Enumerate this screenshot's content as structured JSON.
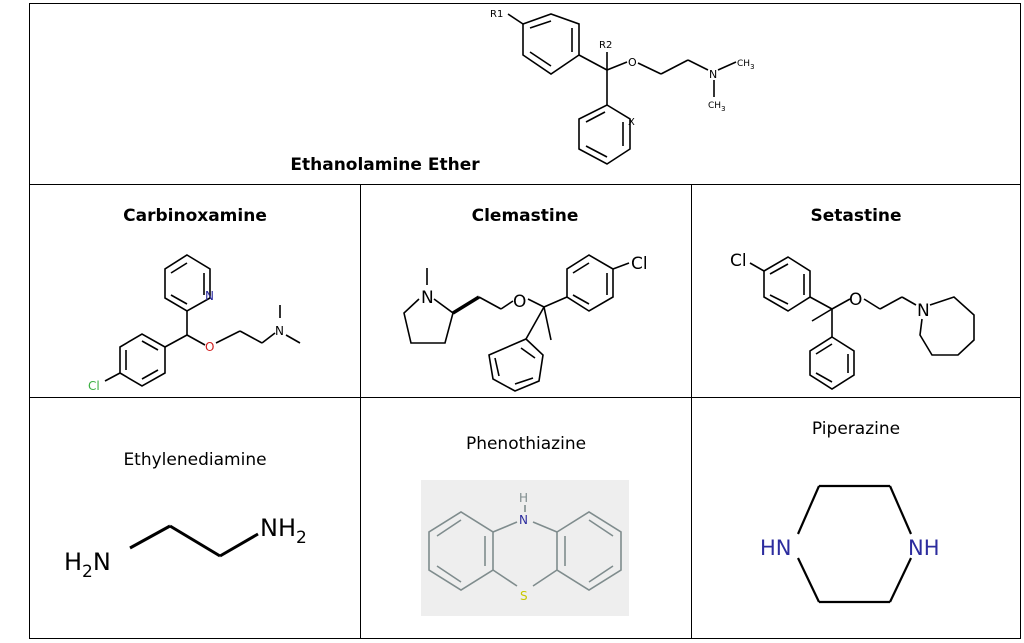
{
  "header": {
    "title": "Ethanolamine Ether",
    "atoms": {
      "r1": "R1",
      "r2": "R2",
      "o": "O",
      "n": "N",
      "ch3_a": "CH",
      "ch3_b": "CH",
      "sub3": "3",
      "x": "X"
    }
  },
  "cells": [
    {
      "title": "Carbinoxamine",
      "atoms": {
        "n_ring": "N",
        "o": "O",
        "n": "N",
        "cl": "Cl"
      }
    },
    {
      "title": "Clemastine",
      "atoms": {
        "n": "N",
        "o": "O",
        "cl": "Cl"
      }
    },
    {
      "title": "Setastine",
      "atoms": {
        "cl": "Cl",
        "o": "O",
        "n": "N"
      }
    },
    {
      "title": "Ethylenediamine",
      "atoms": {
        "h2n": "H",
        "sub2": "2",
        "n": "N",
        "nh2": "NH"
      }
    },
    {
      "title": "Phenothiazine",
      "atoms": {
        "h": "H",
        "n": "N",
        "s": "S"
      }
    },
    {
      "title": "Piperazine",
      "atoms": {
        "hn": "HN",
        "nh": "NH"
      }
    }
  ],
  "colors": {
    "border": "#000000",
    "nitrogen": "#2c2c9e",
    "chlorine": "#3cb043",
    "oxygen": "#d02020",
    "sulfur": "#c8c800",
    "pheno_bg": "#eeeeee",
    "pheno_bond": "#7f8c8d"
  }
}
